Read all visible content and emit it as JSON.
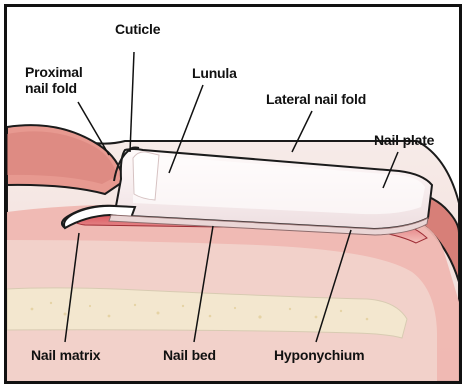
{
  "diagram": {
    "labels": {
      "cuticle": "Cuticle",
      "proximal_nail_fold_line1": "Proximal",
      "proximal_nail_fold_line2": "nail fold",
      "lunula": "Lunula",
      "lateral_nail_fold": "Lateral nail fold",
      "nail_plate": "Nail plate",
      "nail_matrix": "Nail matrix",
      "nail_bed": "Nail bed",
      "hyponychium": "Hyponychium"
    },
    "colors": {
      "frame": "#111111",
      "outer_tissue": "#f4d9d6",
      "fold_tissue": "#df8f86",
      "nail_plate": "#f7eded",
      "nail_plate_highlight": "#ffffff",
      "nail_bed_red": "#cd4f55",
      "dermis_pink": "#efb7b1",
      "bone": "#f3e7cf",
      "outline": "#1b1b1b"
    }
  }
}
